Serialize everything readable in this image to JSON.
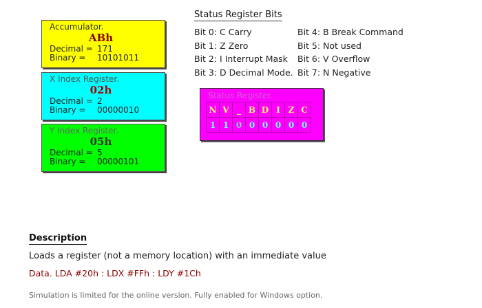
{
  "registers": {
    "accumulator": {
      "title": "Accumulator.",
      "hex": "ABh",
      "decimal_label": "Decimal =",
      "decimal": "171",
      "binary_label": "Binary =",
      "binary": "10101011",
      "color": "#ffff00"
    },
    "x": {
      "title": "X Index Register.",
      "hex": "02h",
      "decimal_label": "Decimal =",
      "decimal": "2",
      "binary_label": "Binary =",
      "binary": "00000010",
      "color": "#00ffff"
    },
    "y": {
      "title": "Y Index Register.",
      "hex": "05h",
      "decimal_label": "Decimal =",
      "decimal": "5",
      "binary_label": "Binary =",
      "binary": "00000101",
      "color": "#00ff00"
    }
  },
  "status_bits": {
    "heading": "Status Register Bits",
    "left": [
      "Bit 0: C Carry",
      "Bit 1: Z Zero",
      "Bit 2: I Interrupt Mask",
      "Bit 3: D Decimal Mode."
    ],
    "right": [
      "Bit 4: B Break Command",
      "Bit 5: Not used",
      "Bit 6: V Overflow",
      "Bit 7: N Negative"
    ]
  },
  "status_register": {
    "title": "Status Register.",
    "flags": [
      "N",
      "V",
      "_",
      "B",
      "D",
      "I",
      "Z",
      "C"
    ],
    "values": [
      "1",
      "1",
      "0",
      "0",
      "0",
      "0",
      "0",
      "0"
    ],
    "color": "#ff00ff"
  },
  "description": {
    "heading": "Description",
    "text": "Loads a register (not a memory location) with an immediate value",
    "example": "Data. LDA #20h : LDX #FFh : LDY #1Ch"
  },
  "footnote": "Simulation is limited for the online version. Fully enabled for Windows option."
}
